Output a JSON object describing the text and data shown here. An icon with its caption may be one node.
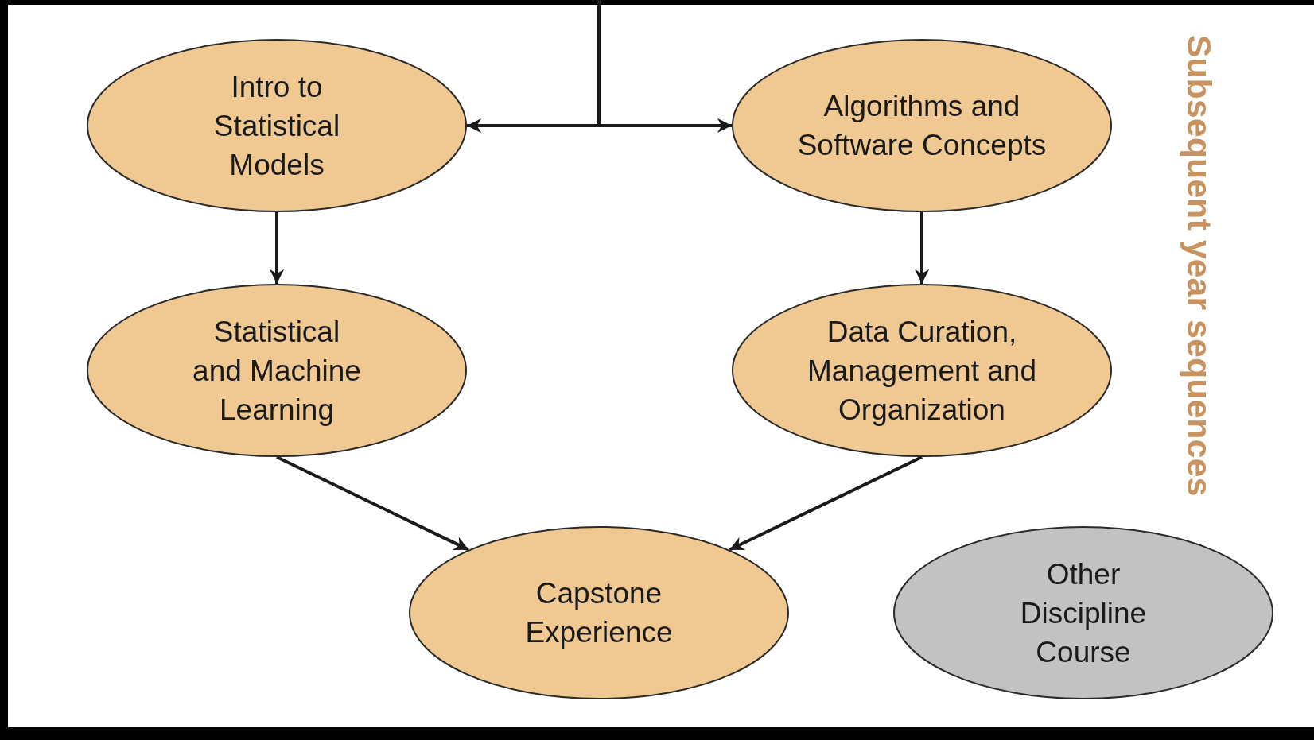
{
  "diagram": {
    "nodes": [
      {
        "text": [
          "Intro to Statistical Models"
        ]
      },
      {
        "text": [
          "Algorithms and Software Concepts"
        ]
      },
      {
        "text": [
          "Statistical and Machine Learning"
        ]
      },
      {
        "text": [
          "Data Curation, Management and Organization"
        ]
      },
      {
        "text": [
          "Capstone Experience"
        ]
      },
      {
        "text": [
          "Other Discipline Course"
        ]
      }
    ],
    "edges": [
      {
        "from": null,
        "to": 0,
        "arrow": "to"
      },
      {
        "from": null,
        "to": 1,
        "arrow": "to"
      },
      {
        "from": 0,
        "to": 2,
        "arrow": "to"
      },
      {
        "from": 1,
        "to": 3,
        "arrow": "to"
      },
      {
        "from": 2,
        "to": 4,
        "arrow": "to"
      },
      {
        "from": 3,
        "to": 4,
        "arrow": "to"
      }
    ],
    "labels": [
      "Subsequent year sequences"
    ]
  }
}
